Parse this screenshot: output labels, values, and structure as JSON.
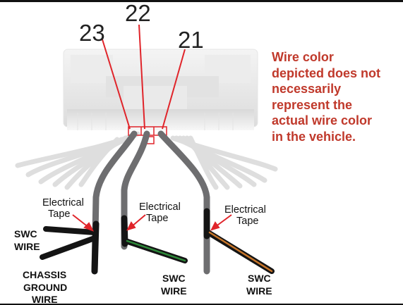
{
  "pins": {
    "left": "23",
    "middle": "22",
    "right": "21"
  },
  "note_lines": [
    "Wire color",
    "depicted does not",
    "necessarily",
    "represent the",
    "actual wire color",
    "in  the vehicle."
  ],
  "labels": {
    "tape_label_line1": "Electrical",
    "tape_label_line2": "Tape",
    "swc_line1": "SWC",
    "swc_line2": "WIRE",
    "chassis_line1": "CHASSIS",
    "chassis_line2": "GROUND",
    "chassis_line3": "WIRE"
  },
  "colors": {
    "note": "#c0392b",
    "pointer": "#e0242a",
    "wire_gray": "#6e6e70",
    "wire_black": "#141414",
    "stripe_green": "#2e8b3a",
    "stripe_orange": "#c8762a"
  }
}
